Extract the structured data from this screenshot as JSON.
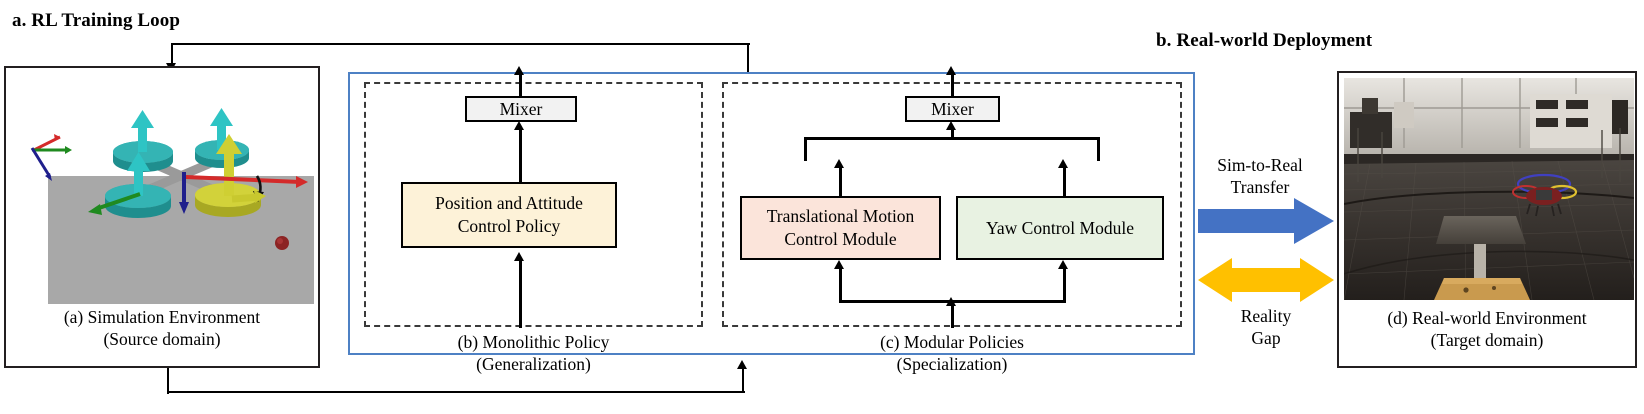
{
  "headings": {
    "left": "a. RL Training Loop",
    "right": "b. Real-world Deployment"
  },
  "panels": {
    "simulation": {
      "caption_line1": "(a) Simulation Environment",
      "caption_line2": "(Source domain)",
      "scene": {
        "ground_color": "#a8a8a8",
        "rotor_color": "#2aa8a8",
        "highlight_rotor_color": "#c8c82e",
        "frame_color": "#9a9a9a",
        "target_sphere_color": "#8c2424",
        "axis_x_color": "#d42a2a",
        "axis_y_color": "#1f8a1f",
        "axis_z_color": "#1f1f8c"
      }
    },
    "monolithic": {
      "mixer_label": "Mixer",
      "policy_label_line1": "Position and Attitude",
      "policy_label_line2": "Control Policy",
      "caption_line1": "(b) Monolithic Policy",
      "caption_line2": "(Generalization)",
      "mixer_fill": "#f2f2f2",
      "policy_fill": "#fdf2d8"
    },
    "modular": {
      "mixer_label": "Mixer",
      "translational_label_line1": "Translational Motion",
      "translational_label_line2": "Control Module",
      "yaw_label": "Yaw Control Module",
      "caption_line1": "(c) Modular Policies",
      "caption_line2": "(Specialization)",
      "mixer_fill": "#f2f2f2",
      "translational_fill": "#fbe4da",
      "yaw_fill": "#e8f2e2"
    },
    "realworld": {
      "caption_line1": "(d) Real-world Environment",
      "caption_line2": "(Target domain)"
    }
  },
  "transfer": {
    "sim_to_real_line1": "Sim-to-Real",
    "sim_to_real_line2": "Transfer",
    "sim_to_real_arrow_color": "#4472c4",
    "reality_gap_line1": "Reality",
    "reality_gap_line2": "Gap",
    "reality_gap_arrow_color": "#ffc000"
  },
  "container": {
    "border_color": "#4e81c4"
  }
}
